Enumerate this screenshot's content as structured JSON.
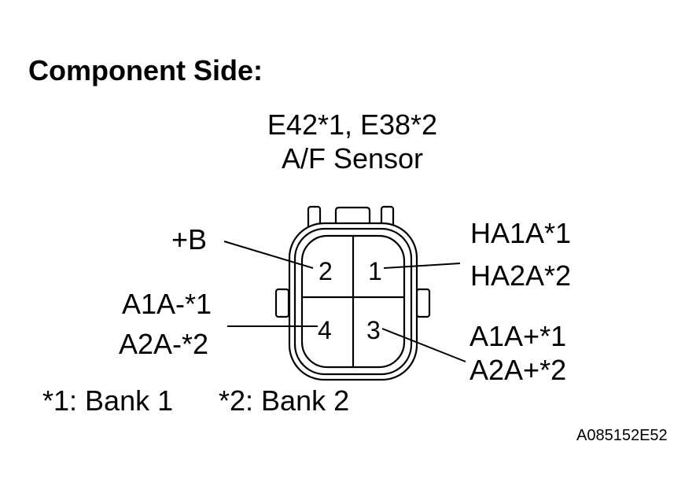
{
  "heading": "Component Side:",
  "connector": {
    "code": "E42*1, E38*2",
    "name": "A/F Sensor",
    "pins": [
      "2",
      "1",
      "4",
      "3"
    ]
  },
  "labels": {
    "plus_b": "+B",
    "ha1a": "HA1A*1",
    "ha2a": "HA2A*2",
    "a1a_minus": "A1A-*1",
    "a2a_minus": "A2A-*2",
    "a1a_plus": "A1A+*1",
    "a2a_plus": "A2A+*2"
  },
  "footnotes": {
    "bank1": "*1: Bank 1",
    "bank2": "*2: Bank 2"
  },
  "figure_id": "A085152E52"
}
